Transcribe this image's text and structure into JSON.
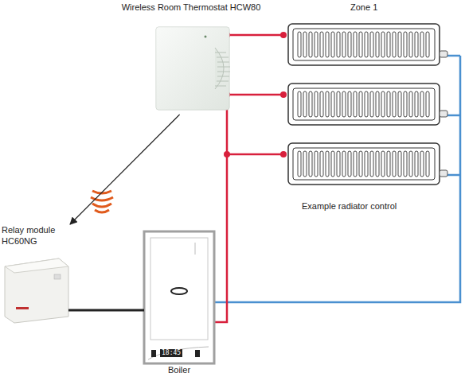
{
  "diagram": {
    "nodes": [
      {
        "text": [
          "Wireless Room Thermostat HCW80"
        ]
      },
      {
        "text": [
          "Relay module HC60NG"
        ]
      },
      {
        "text": [
          "Boiler"
        ]
      }
    ],
    "edges": [
      {
        "from": 0,
        "to": 1,
        "arrow": "to"
      },
      {
        "from": 1,
        "to": 2,
        "arrow": "none"
      }
    ],
    "labels": [
      "Zone 1",
      "Example radiator control",
      "18:45"
    ]
  }
}
